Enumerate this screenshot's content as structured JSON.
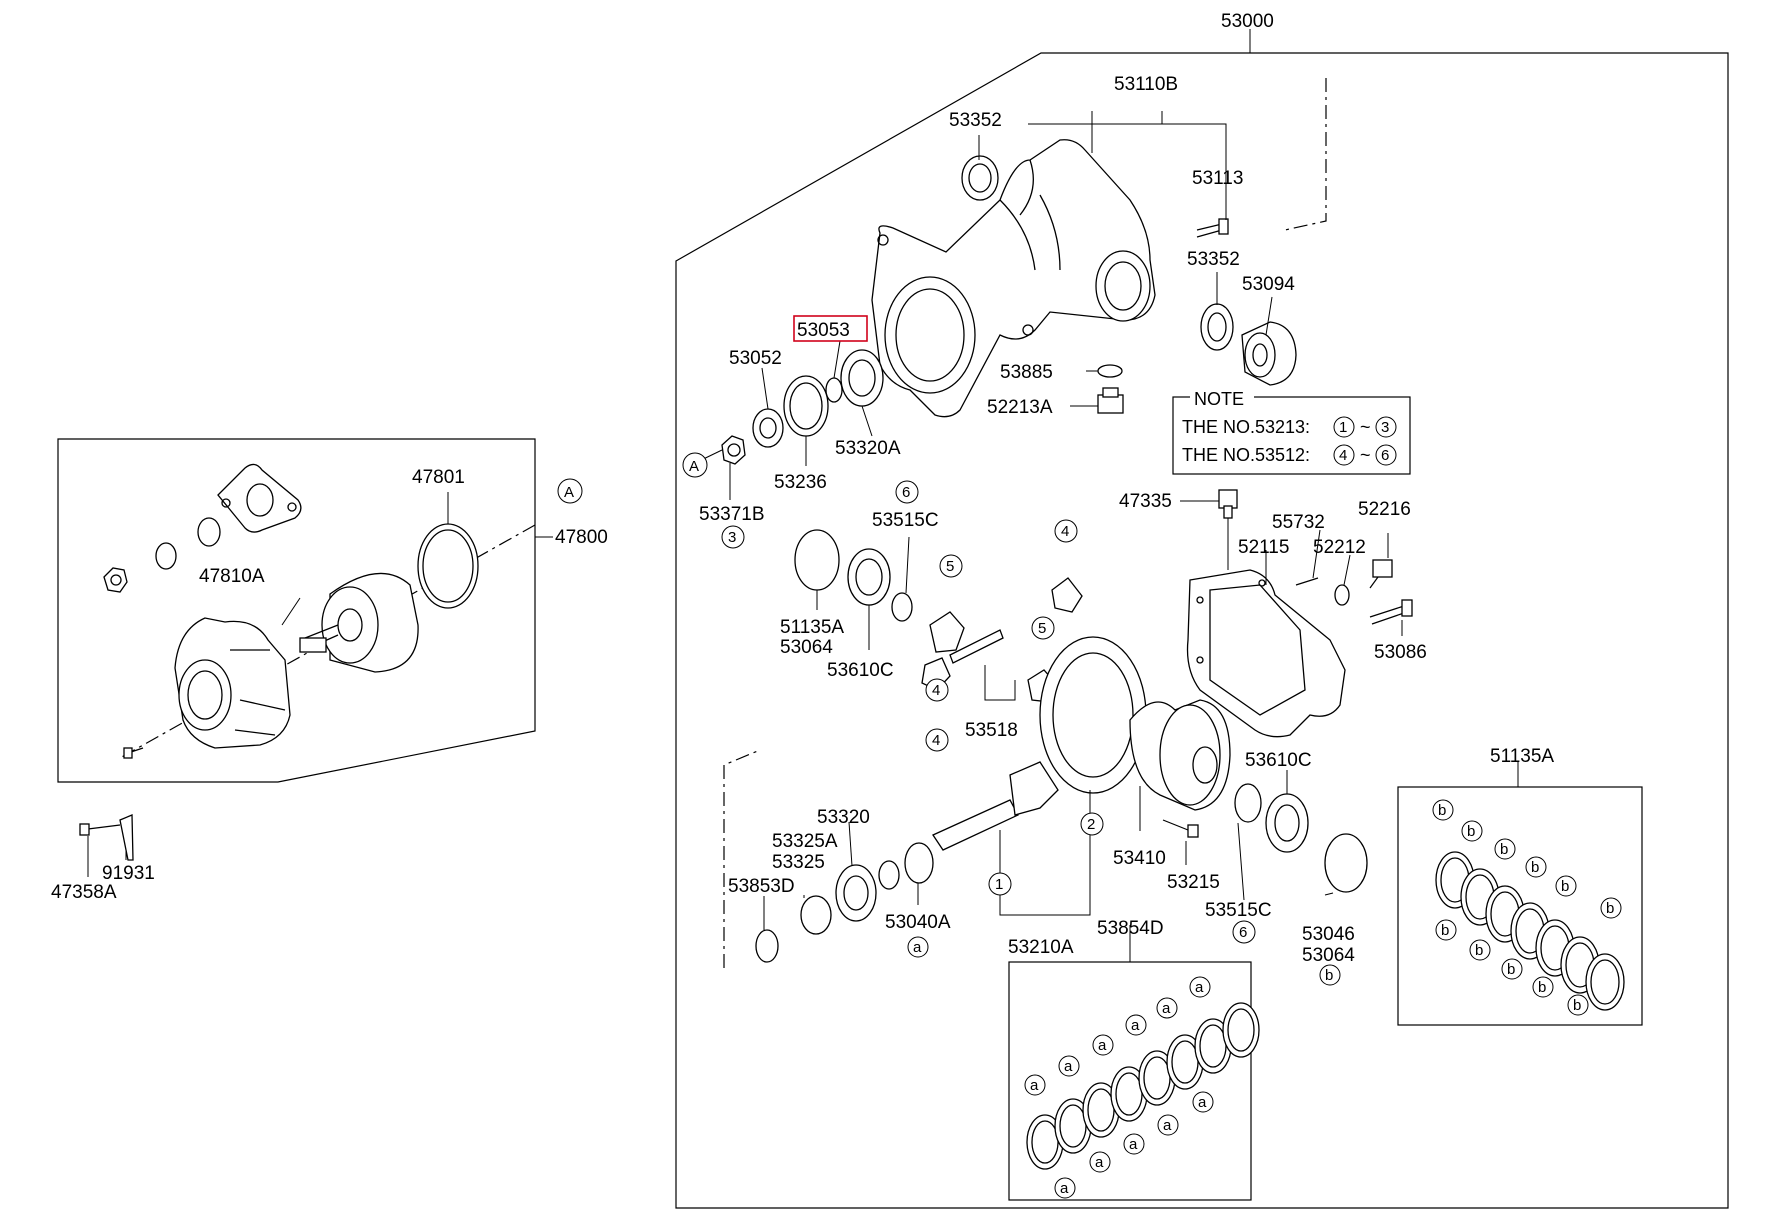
{
  "part_labels": {
    "p53000": "53000",
    "p53110B": "53110B",
    "p53352a": "53352",
    "p53113": "53113",
    "p53352b": "53352",
    "p53094": "53094",
    "p53053": "53053",
    "p53052": "53052",
    "p53885": "53885",
    "p52213A": "52213A",
    "p53236": "53236",
    "p53320A": "53320A",
    "p53371B": "53371B",
    "p47801": "47801",
    "p47800": "47800",
    "p47810A": "47810A",
    "p91931": "91931",
    "p47358A": "47358A",
    "p53515C_top": "53515C",
    "p51135A_left": "51135A",
    "p53064_left": "53064",
    "p53610C_left": "53610C",
    "p53518": "53518",
    "p47335": "47335",
    "p55732": "55732",
    "p52216": "52216",
    "p52115": "52115",
    "p52212": "52212",
    "p53086": "53086",
    "p51135A_box": "51135A",
    "p53610C_right": "53610C",
    "p53320": "53320",
    "p53325A": "53325A",
    "p53325": "53325",
    "p53853D": "53853D",
    "p53040A": "53040A",
    "p53410": "53410",
    "p53215": "53215",
    "p53515C_bottom": "53515C",
    "p53046": "53046",
    "p53064_right": "53064",
    "p53210A": "53210A",
    "p53854D": "53854D"
  },
  "note": {
    "title": "NOTE",
    "line1_prefix": "THE NO.53213:",
    "line1_from": "1",
    "line1_to": "3",
    "line2_prefix": "THE NO.53512:",
    "line2_from": "4",
    "line2_to": "6",
    "tilde": "~"
  },
  "callouts": {
    "A": "A",
    "three": "3",
    "six_top": "6",
    "five_a": "5",
    "four_a": "4",
    "five_b": "5",
    "four_b": "4",
    "one": "1",
    "two": "2",
    "a_40a": "a",
    "six_bottom": "6",
    "b_53064": "b",
    "four_c": "4"
  },
  "washer_letters": {
    "a": "a",
    "b": "b"
  },
  "highlight_color": "#d0021b"
}
